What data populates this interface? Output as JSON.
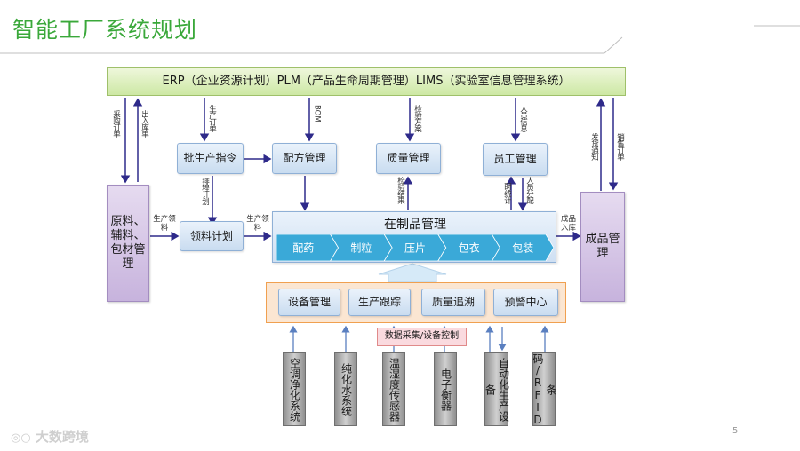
{
  "title": "智能工厂系统规划",
  "top_bar": "ERP（企业资源计划）PLM（产品生命周期管理）LIMS（实验室信息管理系统）",
  "boxes": {
    "materials": "原料、辅料、包材管理",
    "batch": "批生产指令",
    "recipe": "配方管理",
    "quality": "质量管理",
    "staff": "员工管理",
    "picking": "领料计划",
    "wip": "在制品管理",
    "finished": "成品管理",
    "equip": "设备管理",
    "track": "生产跟踪",
    "trace": "质量追溯",
    "alarm": "预警中心",
    "dataacq": "数据采集/设备控制"
  },
  "process_steps": [
    "配药",
    "制粒",
    "压片",
    "包衣",
    "包装"
  ],
  "devices": [
    "空调净化系统",
    "纯化水系统",
    "温湿度传感器",
    "电子衡器",
    "自动化生产设备",
    "条码/RFID"
  ],
  "labels": {
    "purchase_order": "采购订单",
    "in_out_order": "出入库单",
    "prod_order": "生产订单",
    "bom": "BOM",
    "inspect_plan": "检验方案",
    "staff_info": "人员信息",
    "ship_notice": "发货通知",
    "sales_order": "销售订单",
    "schedule_plan": "排程计划",
    "inspect_result": "检验结果",
    "work_stats": "工时统计",
    "staff_assign": "人员分配",
    "prod_pick1": "生产领料",
    "prod_pick2": "生产领料",
    "finished_in": "成品入库"
  },
  "page_number": "5",
  "watermark": "大数跨境",
  "colors": {
    "title": "#3aa83a",
    "arrow": "#2e2a8a",
    "chevron": "#3aa9d8",
    "device_arrow": "#5a7fc0"
  }
}
